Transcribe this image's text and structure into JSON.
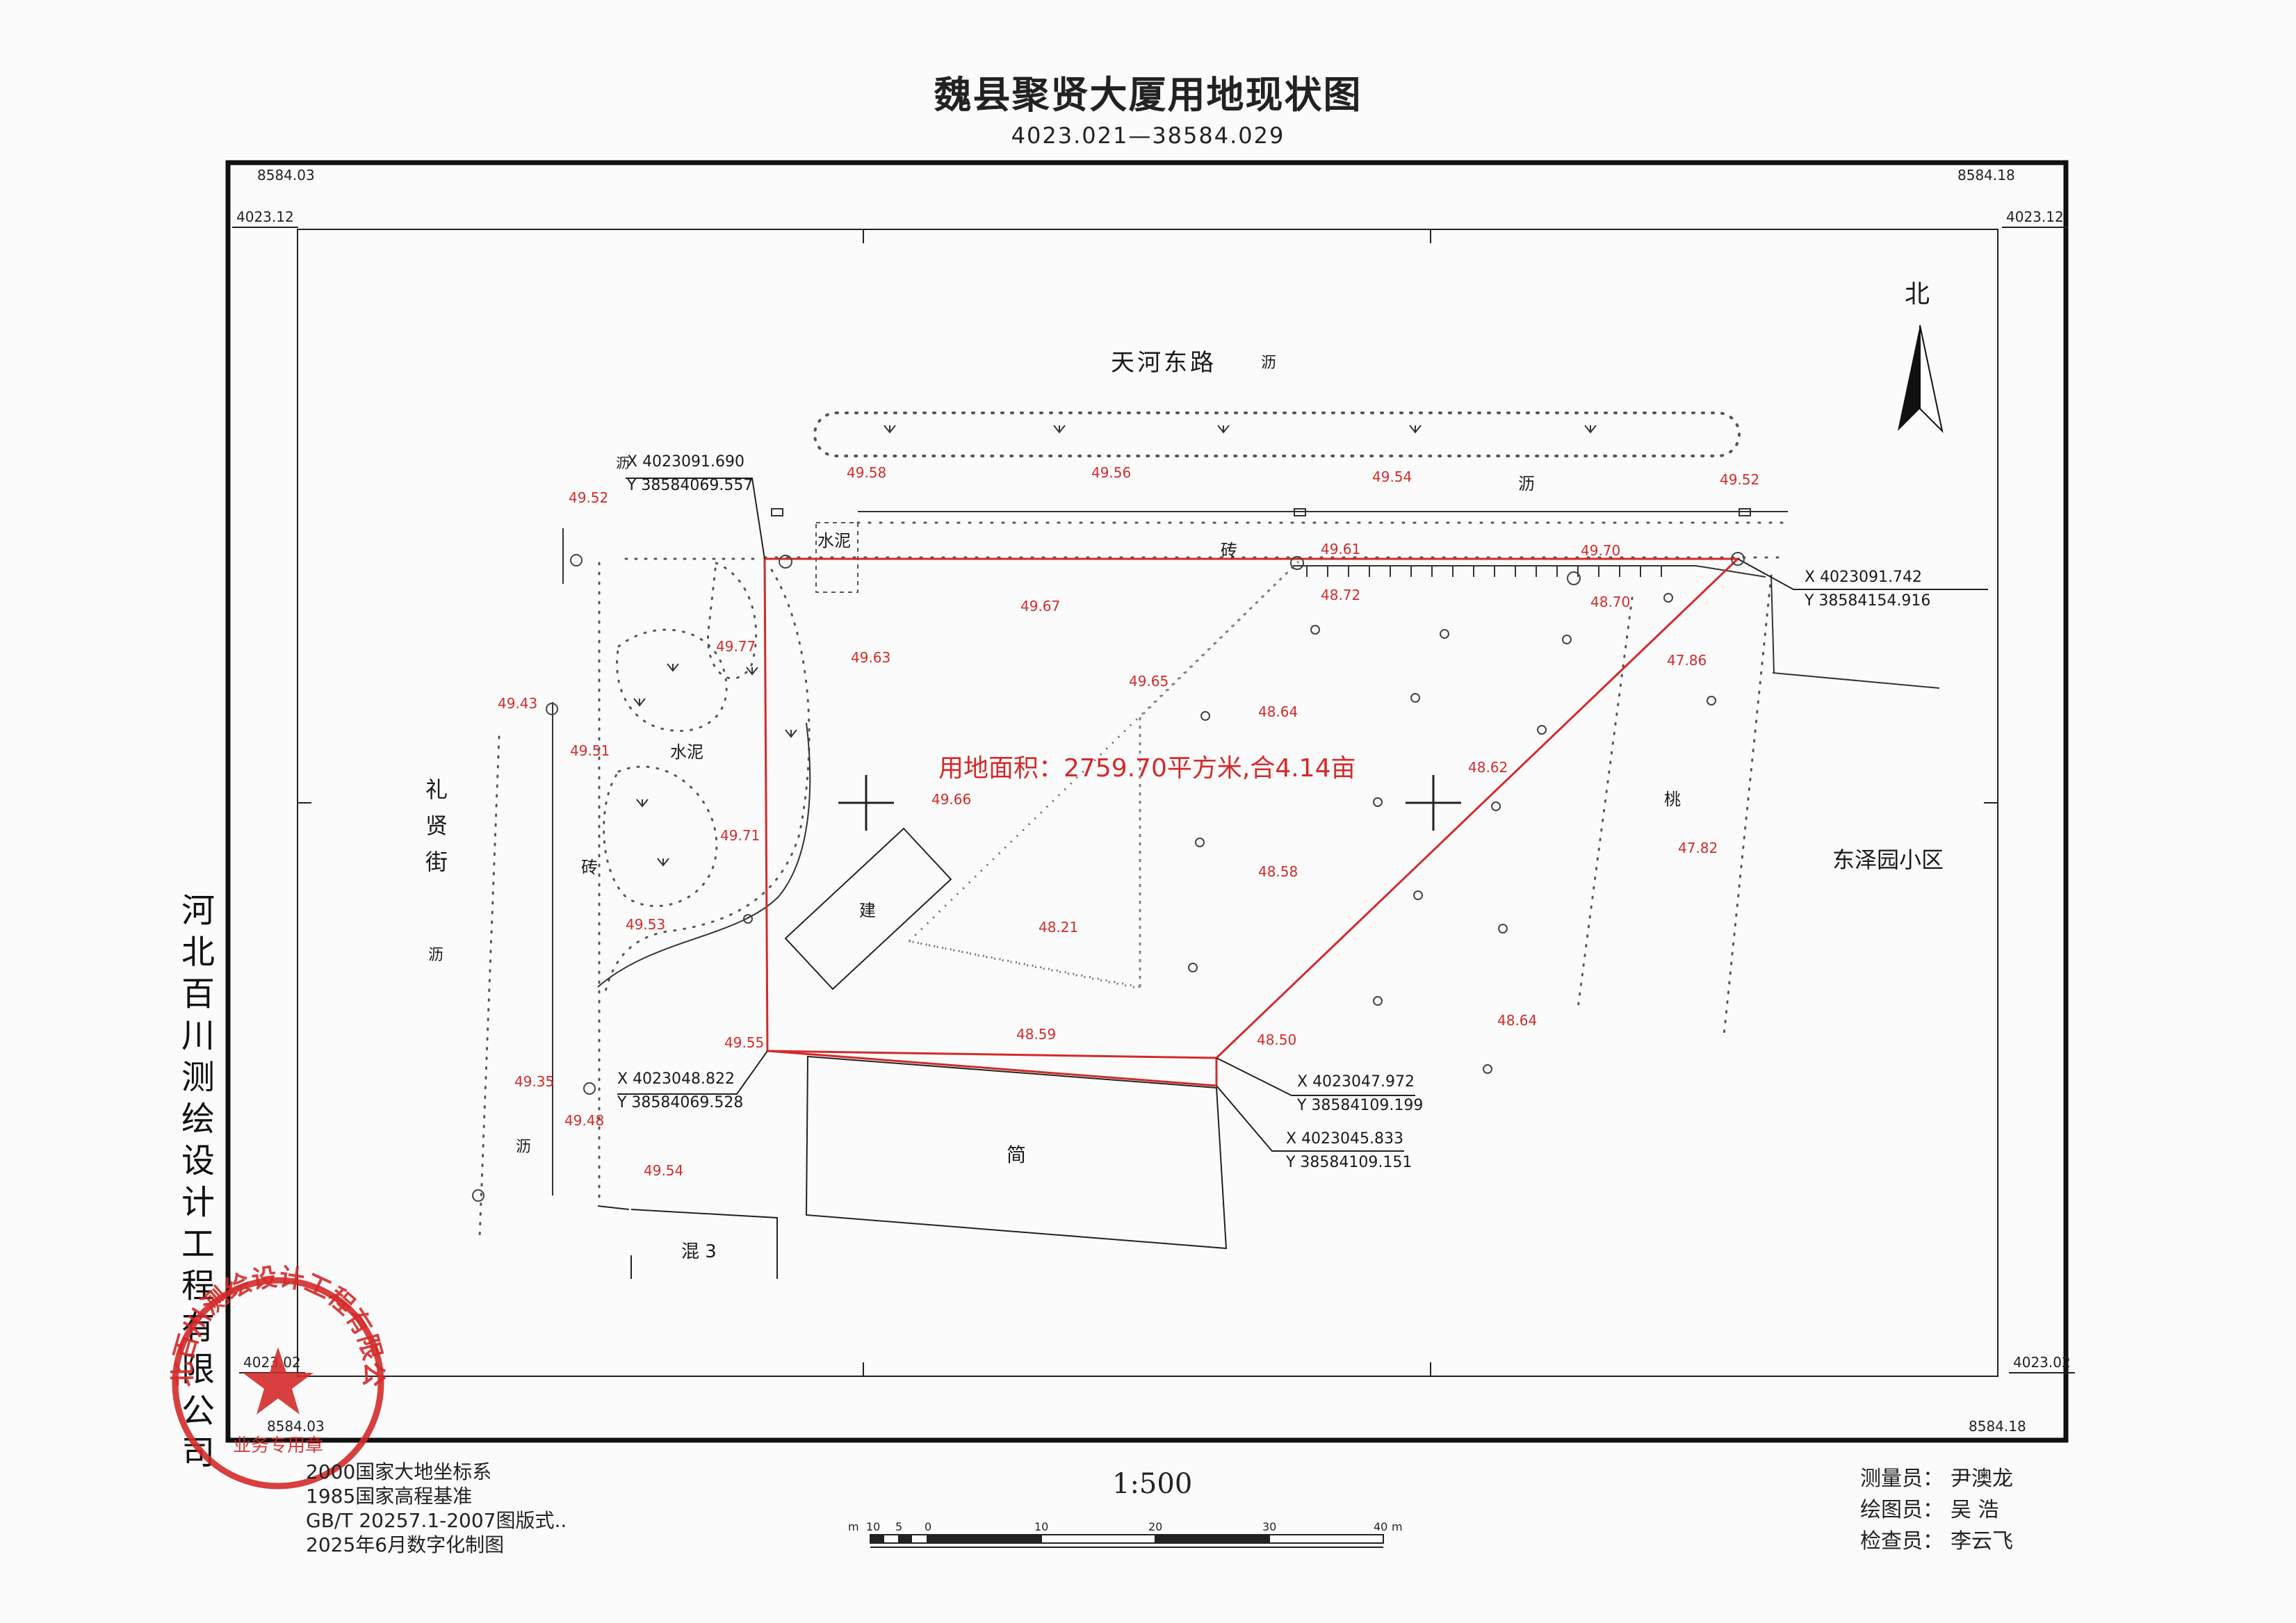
{
  "sheet": {
    "title": "魏县聚贤大厦用地现状图",
    "sheet_number": "4023.021—38584.029",
    "company_vertical": [
      "河",
      "北",
      "百",
      "川",
      "测",
      "绘",
      "设",
      "计",
      "工",
      "程",
      "有",
      "限",
      "公",
      "司"
    ],
    "seal_text": "河北百川测绘设计工程有限公司",
    "seal_subtext": "业务专用章",
    "seal_color": "#d42a2a"
  },
  "grid_labels": {
    "top_left_x": "8584.03",
    "top_right_x": "8584.18",
    "top_left_y": "4023.12",
    "top_right_y": "4023.12",
    "bottom_left_y": "4023.02",
    "bottom_right_y": "4023.02",
    "bottom_left_x": "8584.03",
    "bottom_right_x": "8584.18"
  },
  "north_label": "北",
  "map_labels": {
    "road_north": "天河东路",
    "road_west": "礼贤街",
    "area_east": "东泽园小区",
    "asphalt": "沥",
    "brick": "砖",
    "cement": "水泥",
    "building": "建",
    "simple_building": "简",
    "concrete3": "混 3",
    "peach": "桃",
    "area_note": "用地面积：2759.70平方米,合4.14亩"
  },
  "coordinates": [
    {
      "x": "X  4023091.690",
      "y": "Y  38584069.557"
    },
    {
      "x": "X  4023091.742",
      "y": "Y  38584154.916"
    },
    {
      "x": "X  4023048.822",
      "y": "Y  38584069.528"
    },
    {
      "x": "X  4023047.972",
      "y": "Y  38584109.199"
    },
    {
      "x": "X  4023045.833",
      "y": "Y  38584109.151"
    }
  ],
  "elevations": [
    "49.58",
    "49.56",
    "49.54",
    "49.52",
    "49.52",
    "49.61",
    "49.70",
    "49.67",
    "48.72",
    "48.70",
    "49.77",
    "49.63",
    "47.86",
    "49.65",
    "48.64",
    "49.43",
    "49.51",
    "48.62",
    "49.66",
    "49.71",
    "48.58",
    "47.82",
    "48.21",
    "49.53",
    "48.64",
    "48.59",
    "48.50",
    "49.55",
    "49.35",
    "49.48",
    "49.54"
  ],
  "legend": {
    "line1": "2000国家大地坐标系",
    "line2": "1985国家高程基准",
    "line3": "GB/T 20257.1-2007图版式..",
    "line4": "2025年6月数字化制图"
  },
  "scale": {
    "ratio": "1:500",
    "unit_start": "m",
    "ticks": [
      "10",
      "5",
      "0",
      "10",
      "20",
      "30",
      "40"
    ],
    "unit_end": "m"
  },
  "staff": {
    "surveyor_label": "测量员：",
    "surveyor": "尹澳龙",
    "drafter_label": "绘图员：",
    "drafter": "吴  浩",
    "checker_label": "检查员：",
    "checker": "李云飞"
  },
  "colors": {
    "boundary": "#d42a2a",
    "ink": "#222222",
    "elevation": "#d42a2a"
  }
}
